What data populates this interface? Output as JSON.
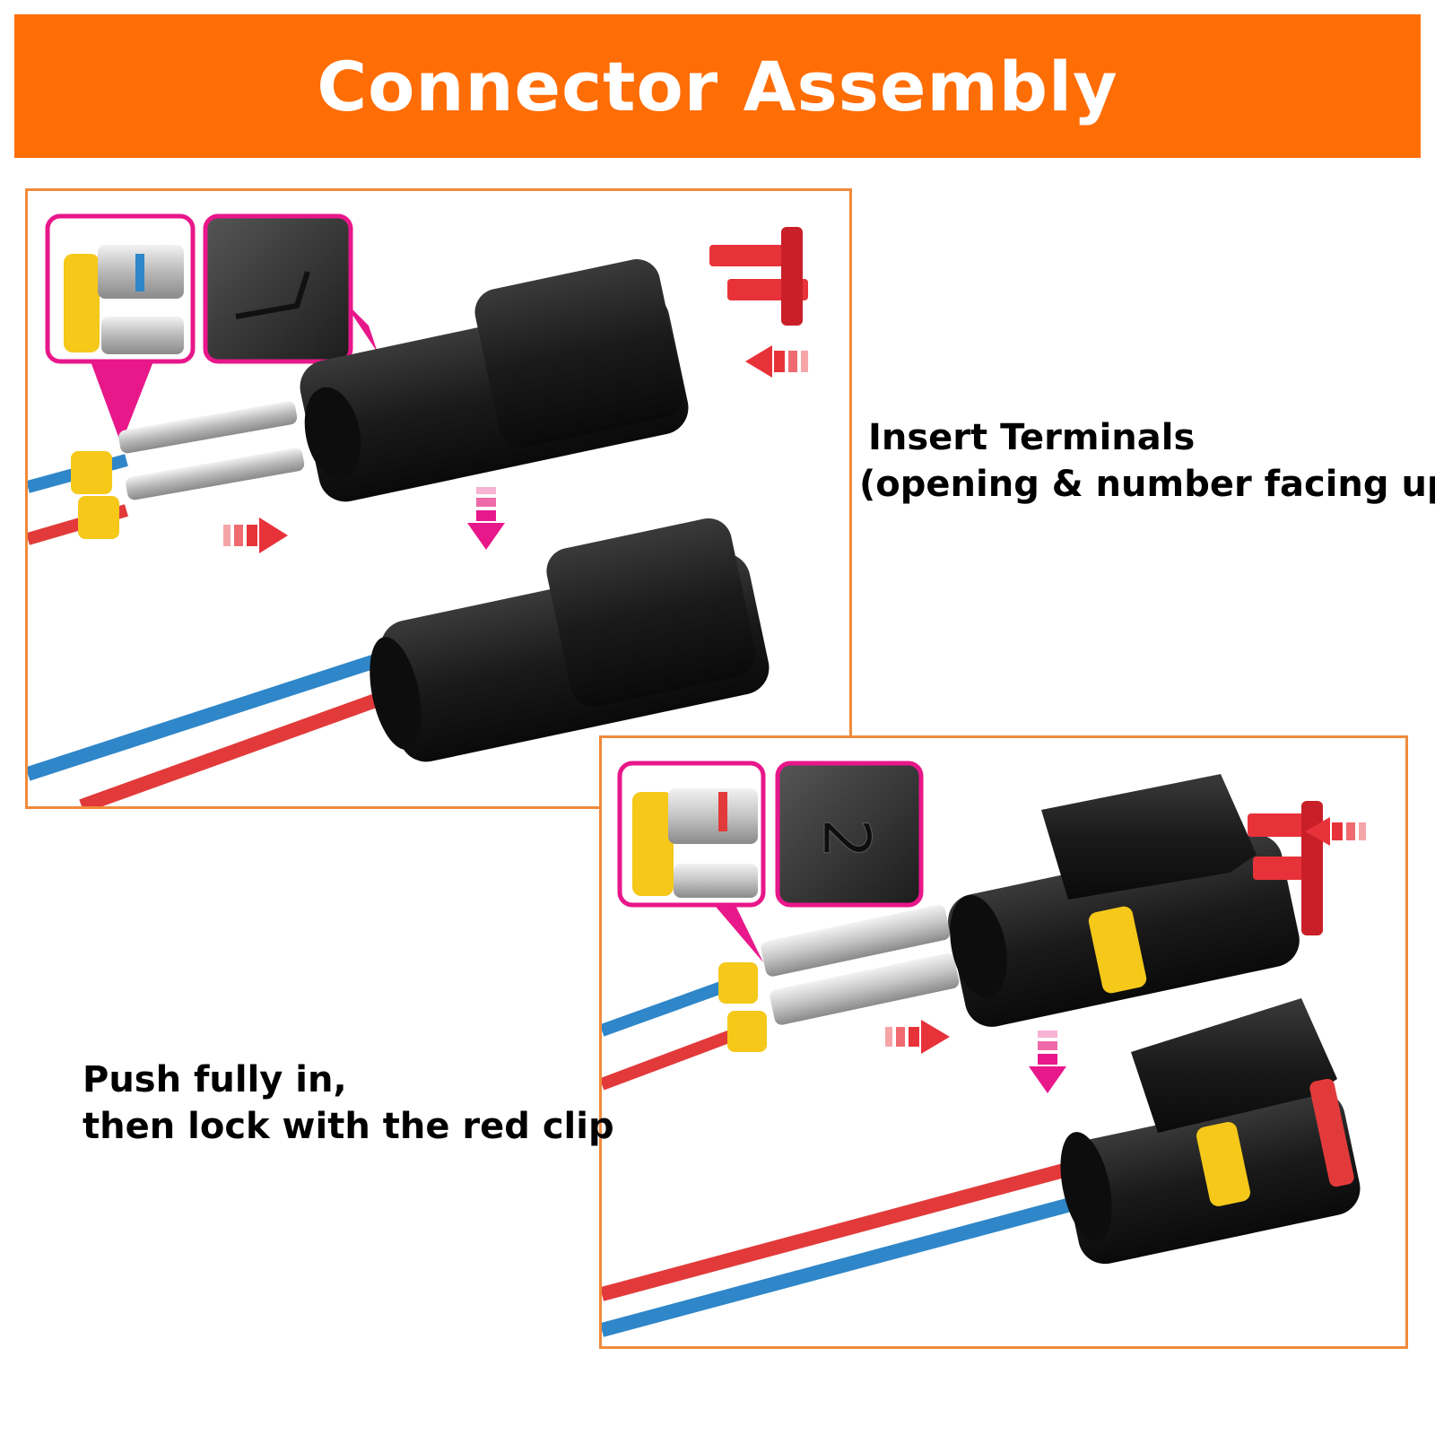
{
  "banner": {
    "title": "Connector Assembly",
    "bg_color": "#ff6d05"
  },
  "step1": {
    "caption_line1": "Insert Terminals",
    "caption_line2": "(opening & number facing up)",
    "zoom_number_icon": "numeral-1-embossed"
  },
  "step2": {
    "caption_line1": "Push fully in,",
    "caption_line2": "then lock with the red clip",
    "zoom_number": "2"
  },
  "colors": {
    "panel_border": "#f08a3c",
    "zoom_border": "#e8178a",
    "wire_blue": "#2f86c8",
    "wire_red": "#e23a3a",
    "seal_yellow": "#f5c81a",
    "clip_red": "#e8323a",
    "housing_black": "#1a1a1a"
  }
}
